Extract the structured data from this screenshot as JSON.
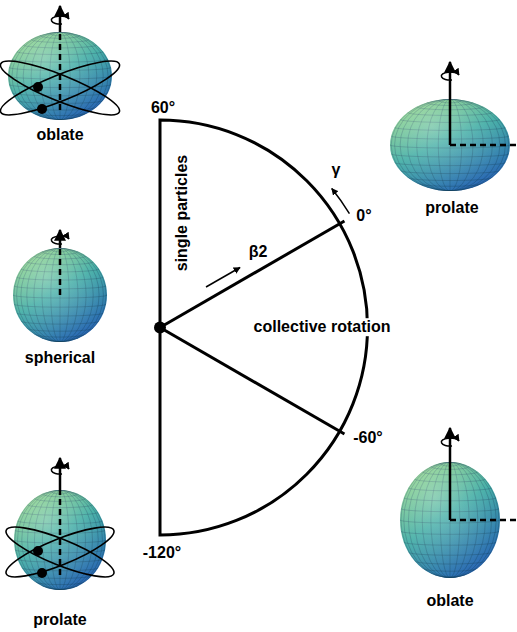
{
  "diagram": {
    "labels": [
      "oblate",
      "60°",
      "prolate",
      "γ",
      "0°",
      "single particles",
      "β2",
      "spherical",
      "collective rotation",
      "-60°",
      "oblate",
      "prolate",
      "-120°"
    ]
  }
}
